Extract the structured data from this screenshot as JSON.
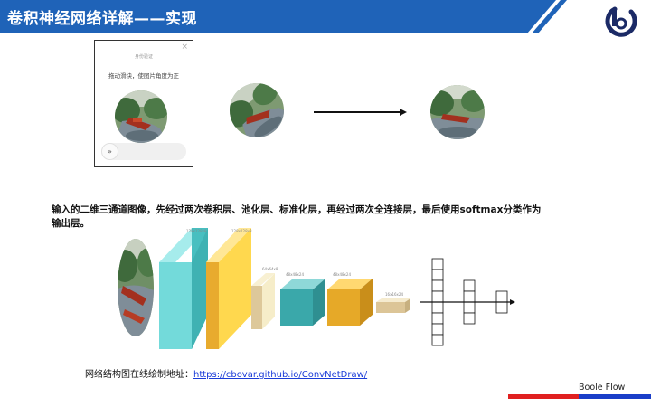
{
  "header": {
    "title": "卷积神经网络详解——实现",
    "bg_color": "#1f63b8"
  },
  "captcha": {
    "close_icon": "×",
    "title": "身份验证",
    "hint": "拖动滑块，使图片角度为正",
    "slider_icon": "»"
  },
  "description": {
    "line1": "输入的二维三通道图像，先经过两次卷积层、池化层、标准化层，再经过两次全连接层，最后使用softmax分类作为",
    "line2": "输出层。"
  },
  "network": {
    "layer_dims": [
      "128x128x8",
      "128x128x8",
      "64x64x8",
      "48x48x24",
      "48x48x24",
      "16x16x24"
    ]
  },
  "footer": {
    "source_label": "网络结构图在线绘制地址：",
    "source_link": "https://cbovar.github.io/ConvNetDraw/",
    "brand": "Boole Flow",
    "accent_red": "#e02020",
    "accent_blue": "#1a3ec8"
  }
}
